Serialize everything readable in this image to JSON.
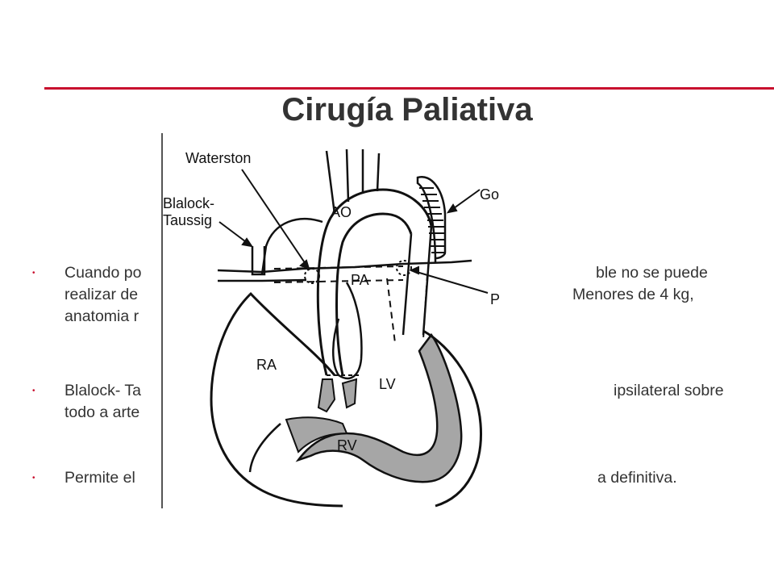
{
  "slide": {
    "title": "Cirugía Paliativa",
    "accent_color": "#c8102e",
    "text_color": "#333333"
  },
  "bullets": [
    {
      "lines": [
        {
          "left": "Cuando po",
          "right": "ble no se puede"
        },
        {
          "left": "realizar de",
          "right": "Menores de 4 kg,"
        },
        {
          "left": "anatomia r",
          "right": ""
        }
      ]
    },
    {
      "lines": [
        {
          "left": "Blalock- Ta",
          "right": "ipsilateral sobre"
        },
        {
          "left": "todo a arte",
          "right": ""
        }
      ]
    },
    {
      "lines": [
        {
          "left": "Permite el",
          "right": "a definitiva."
        }
      ]
    }
  ],
  "diagram": {
    "labels": {
      "waterston": "Waterston",
      "blalock": "Blalock-",
      "taussig": "Taussig",
      "gore_tex": "Gore-Tex",
      "ao": "AO",
      "pa": "PA",
      "potts": "Potts",
      "ra": "RA",
      "lv": "LV",
      "rv": "RV"
    },
    "shade_color": "#a6a6a6"
  }
}
